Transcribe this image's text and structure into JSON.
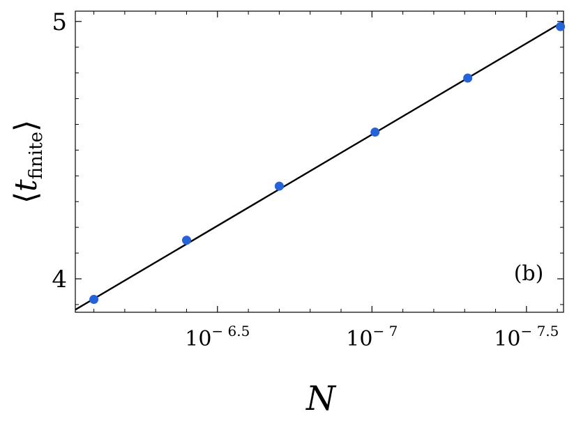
{
  "chart_data": {
    "type": "scatter",
    "xlabel": "N",
    "ylabel": {
      "prefix": "⟨",
      "main": "t",
      "sub": "finite",
      "suffix": "⟩"
    },
    "panel_label": "(b)",
    "x_scale": "reciprocal-log (axis shows 10^-k, k increasing to the right)",
    "x_exponent_range": [
      -6.04,
      -7.62
    ],
    "y_range": [
      3.87,
      5.04
    ],
    "x_ticks": [
      {
        "exponent": -6.5,
        "base": "10",
        "exp_label": "− 6.5"
      },
      {
        "exponent": -7.0,
        "base": "10",
        "exp_label": "− 7"
      },
      {
        "exponent": -7.5,
        "base": "10",
        "exp_label": "− 7.5"
      }
    ],
    "y_ticks": [
      {
        "value": 4,
        "label": "4"
      },
      {
        "value": 5,
        "label": "5"
      }
    ],
    "series": [
      {
        "marker_color": "#2563d9",
        "points": [
          {
            "exponent": -6.1,
            "y": 3.92
          },
          {
            "exponent": -6.4,
            "y": 4.15
          },
          {
            "exponent": -6.7,
            "y": 4.36
          },
          {
            "exponent": -7.01,
            "y": 4.57
          },
          {
            "exponent": -7.31,
            "y": 4.78
          },
          {
            "exponent": -7.61,
            "y": 4.98
          }
        ]
      }
    ],
    "fit_line": {
      "color": "#000000",
      "points": [
        {
          "exponent": -6.04,
          "y": 3.88
        },
        {
          "exponent": -7.62,
          "y": 5.0
        }
      ]
    },
    "grid": false,
    "legend": "none"
  }
}
